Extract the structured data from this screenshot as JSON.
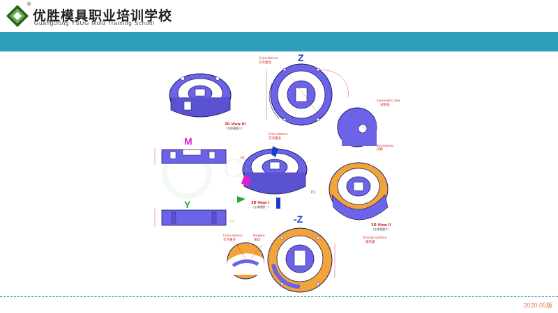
{
  "header": {
    "school_cn": "优胜模具职业培训学校",
    "school_en": "GuangDong YSUG Mold Training School",
    "registered_mark": "®"
  },
  "footer": {
    "version": "2020.05版"
  },
  "colors": {
    "banner": "#2e9fbd",
    "part_blue": "#6b63e8",
    "orange_surface": "#f2a43a",
    "logo_green": "#6ab04c",
    "logo_dark": "#2f5d2a",
    "axis_z": "#1a3cc8",
    "axis_m": "#e020d0",
    "axis_y": "#2aa838"
  },
  "diagram": {
    "axis_labels": {
      "z": "Z",
      "m": "M",
      "y": "Y",
      "neg_z": "-Z"
    },
    "views": {
      "view3": {
        "title": "3D View III",
        "sub": "（立体视图三）"
      },
      "view1": {
        "title": "3D View I",
        "sub": "（立体视图一）"
      },
      "view2": {
        "title": "3D View II",
        "sub": "（立体视图二）"
      }
    },
    "annotations": {
      "coincidence_top": "Coincidence",
      "coincidence_top_cn": "交点重合",
      "coincidence_mid": "Coincidence",
      "coincidence_mid_cn": "交点重合",
      "symmetric_line": "symmetric line",
      "symmetric_line_cn": "对称线",
      "symmetric": "Symmetric",
      "symmetric_cn": "对称",
      "orange_surface": "Orange surface",
      "orange_surface_cn": "橘色面",
      "coincidence_bot": "Coincidence",
      "coincidence_bot_cn": "交点重合",
      "tangent": "Tangent",
      "tangent_cn": "相切",
      "p1": "P1",
      "p2": "P2"
    }
  }
}
